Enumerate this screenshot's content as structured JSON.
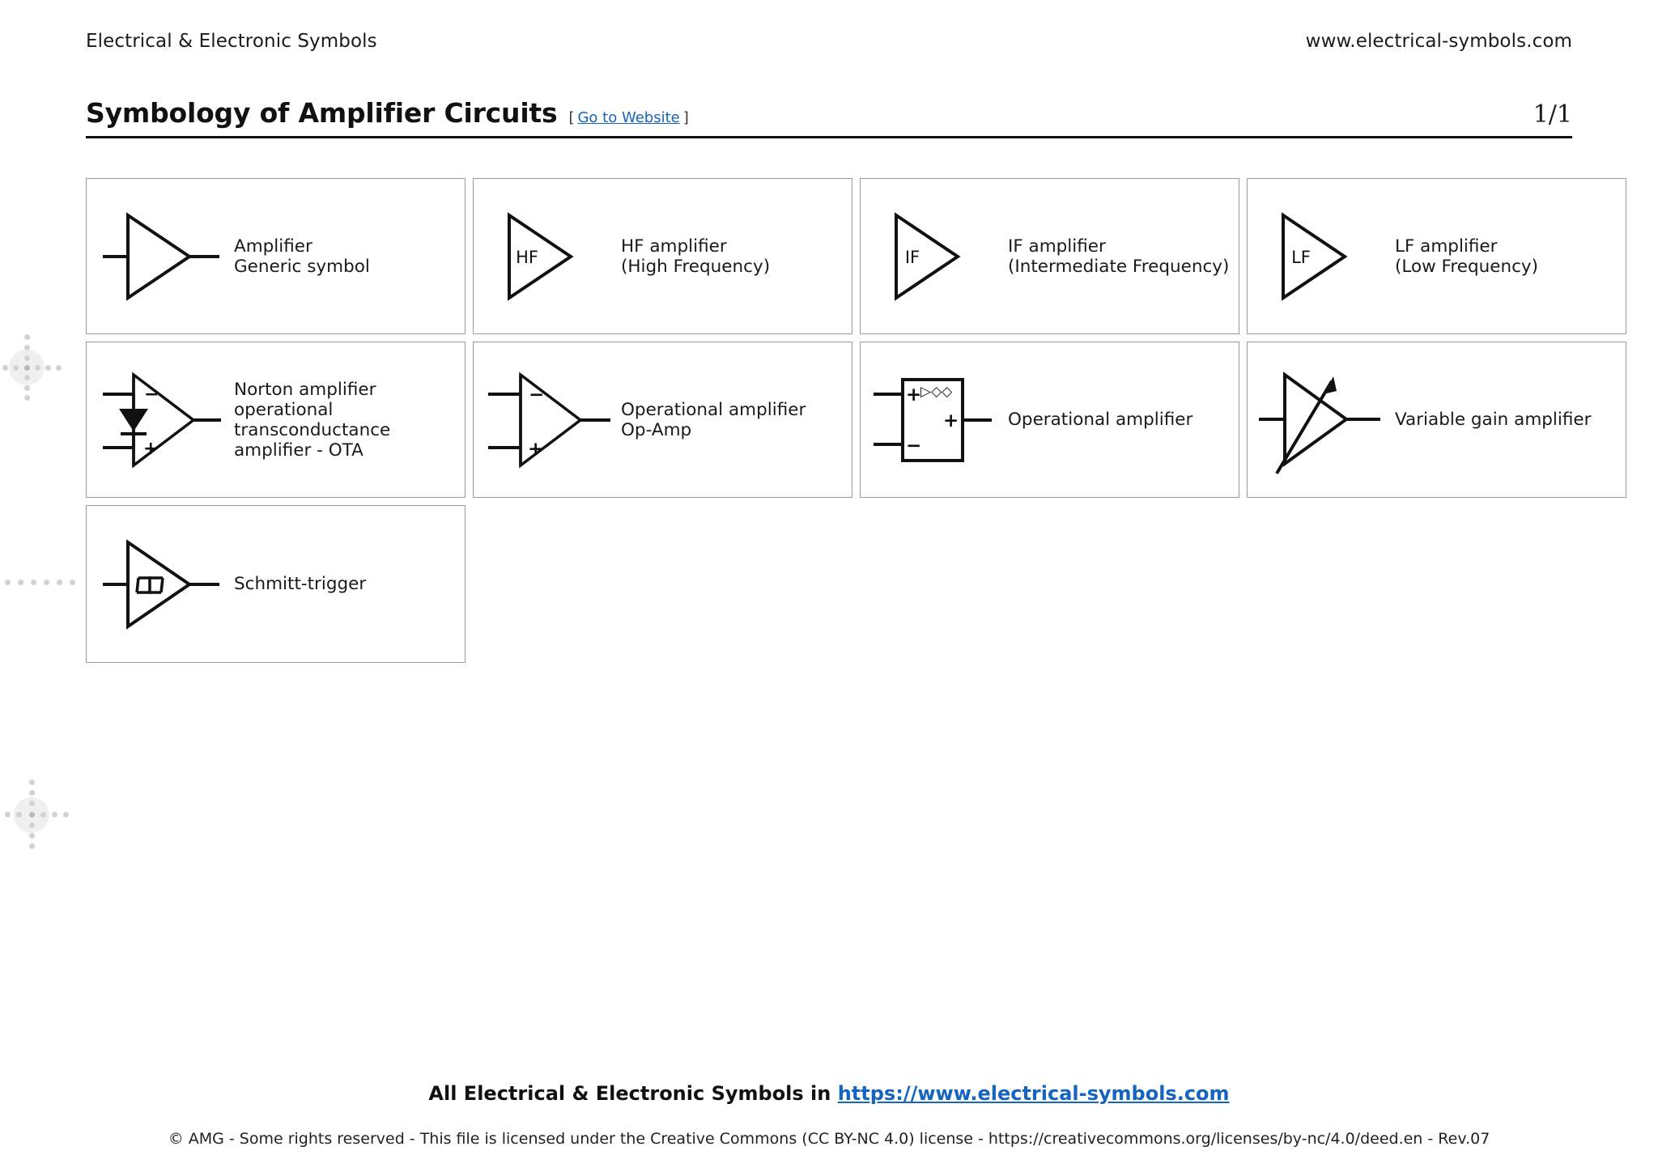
{
  "header": {
    "brand": "Electrical & Electronic Symbols",
    "site": "www.electrical-symbols.com"
  },
  "title": {
    "heading": "Symbology of Amplifier Circuits",
    "bracket_open": "[",
    "link_label": "Go to Website",
    "bracket_close": "]",
    "page_number": "1/1"
  },
  "colors": {
    "link": "#1565c0",
    "rule": "#111111",
    "card_border": "#9a9a9a",
    "text": "#1a1a1a",
    "regmark": "#d2d2d2"
  },
  "cards": [
    {
      "symbol": "amplifier-generic-triangle",
      "inner_label": "",
      "caption": "Amplifier\nGeneric symbol"
    },
    {
      "symbol": "hf-amplifier-triangle",
      "inner_label": "HF",
      "caption": "HF amplifier\n(High Frequency)"
    },
    {
      "symbol": "if-amplifier-triangle",
      "inner_label": "IF",
      "caption": "IF amplifier\n(Intermediate Frequency)"
    },
    {
      "symbol": "lf-amplifier-triangle",
      "inner_label": "LF",
      "caption": "LF amplifier\n(Low Frequency)"
    },
    {
      "symbol": "norton-ota-amplifier",
      "inner_label": "",
      "pin_labels": [
        "−",
        "+"
      ],
      "caption": "Norton amplifier\noperational\ntransconductance\namplifier - OTA"
    },
    {
      "symbol": "operational-amplifier-triangle",
      "inner_label": "",
      "pin_labels": [
        "−",
        "+"
      ],
      "caption": "Operational amplifier\nOp-Amp"
    },
    {
      "symbol": "operational-amplifier-box",
      "inner_label": "▷◇◇",
      "pin_labels": [
        "+",
        "−",
        "+"
      ],
      "caption": "Operational amplifier"
    },
    {
      "symbol": "variable-gain-amplifier",
      "inner_label": "",
      "caption": "Variable gain amplifier"
    },
    {
      "symbol": "schmitt-trigger",
      "inner_label": "hysteresis-glyph",
      "caption": "Schmitt-trigger"
    }
  ],
  "footer": {
    "main_prefix": "All Electrical & Electronic Symbols in ",
    "main_link": "https://www.electrical-symbols.com",
    "legal": "© AMG - Some rights reserved - This file is licensed under the Creative Commons (CC BY-NC 4.0) license - https://creativecommons.org/licenses/by-nc/4.0/deed.en - Rev.07"
  }
}
